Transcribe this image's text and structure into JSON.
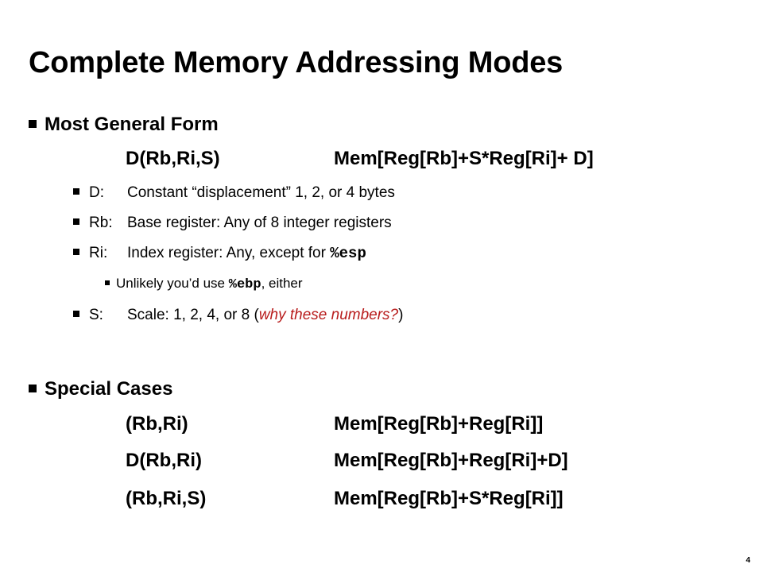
{
  "slide": {
    "title": "Complete Memory Addressing Modes",
    "page_number": "4"
  },
  "general": {
    "heading": "Most General Form",
    "form": {
      "expr": "D(Rb,Ri,S)",
      "meaning": "Mem[Reg[Rb]+S*Reg[Ri]+ D]"
    },
    "items": [
      {
        "tag": "D:",
        "text": "Constant “displacement” 1, 2, or 4 bytes"
      },
      {
        "tag": "Rb:",
        "text": "Base register: Any of 8 integer registers"
      },
      {
        "tag": "Ri:",
        "text": "Index register: Any, except for ",
        "code": "%esp"
      },
      {
        "tag": "S:",
        "text": "Scale: 1, 2, 4, or 8 (",
        "accent": "why these numbers?",
        "after": ")"
      }
    ],
    "sub_item": {
      "before": "Unlikely you’d use ",
      "code": "%ebp",
      "after": ", either"
    }
  },
  "special": {
    "heading": "Special Cases",
    "rows": [
      {
        "expr": "(Rb,Ri)",
        "meaning": "Mem[Reg[Rb]+Reg[Ri]]"
      },
      {
        "expr": "D(Rb,Ri)",
        "meaning": "Mem[Reg[Rb]+Reg[Ri]+D]"
      },
      {
        "expr": "(Rb,Ri,S)",
        "meaning": "Mem[Reg[Rb]+S*Reg[Ri]]"
      }
    ]
  },
  "colors": {
    "accent": "#b81c1c",
    "text": "#000000",
    "background": "#ffffff"
  }
}
